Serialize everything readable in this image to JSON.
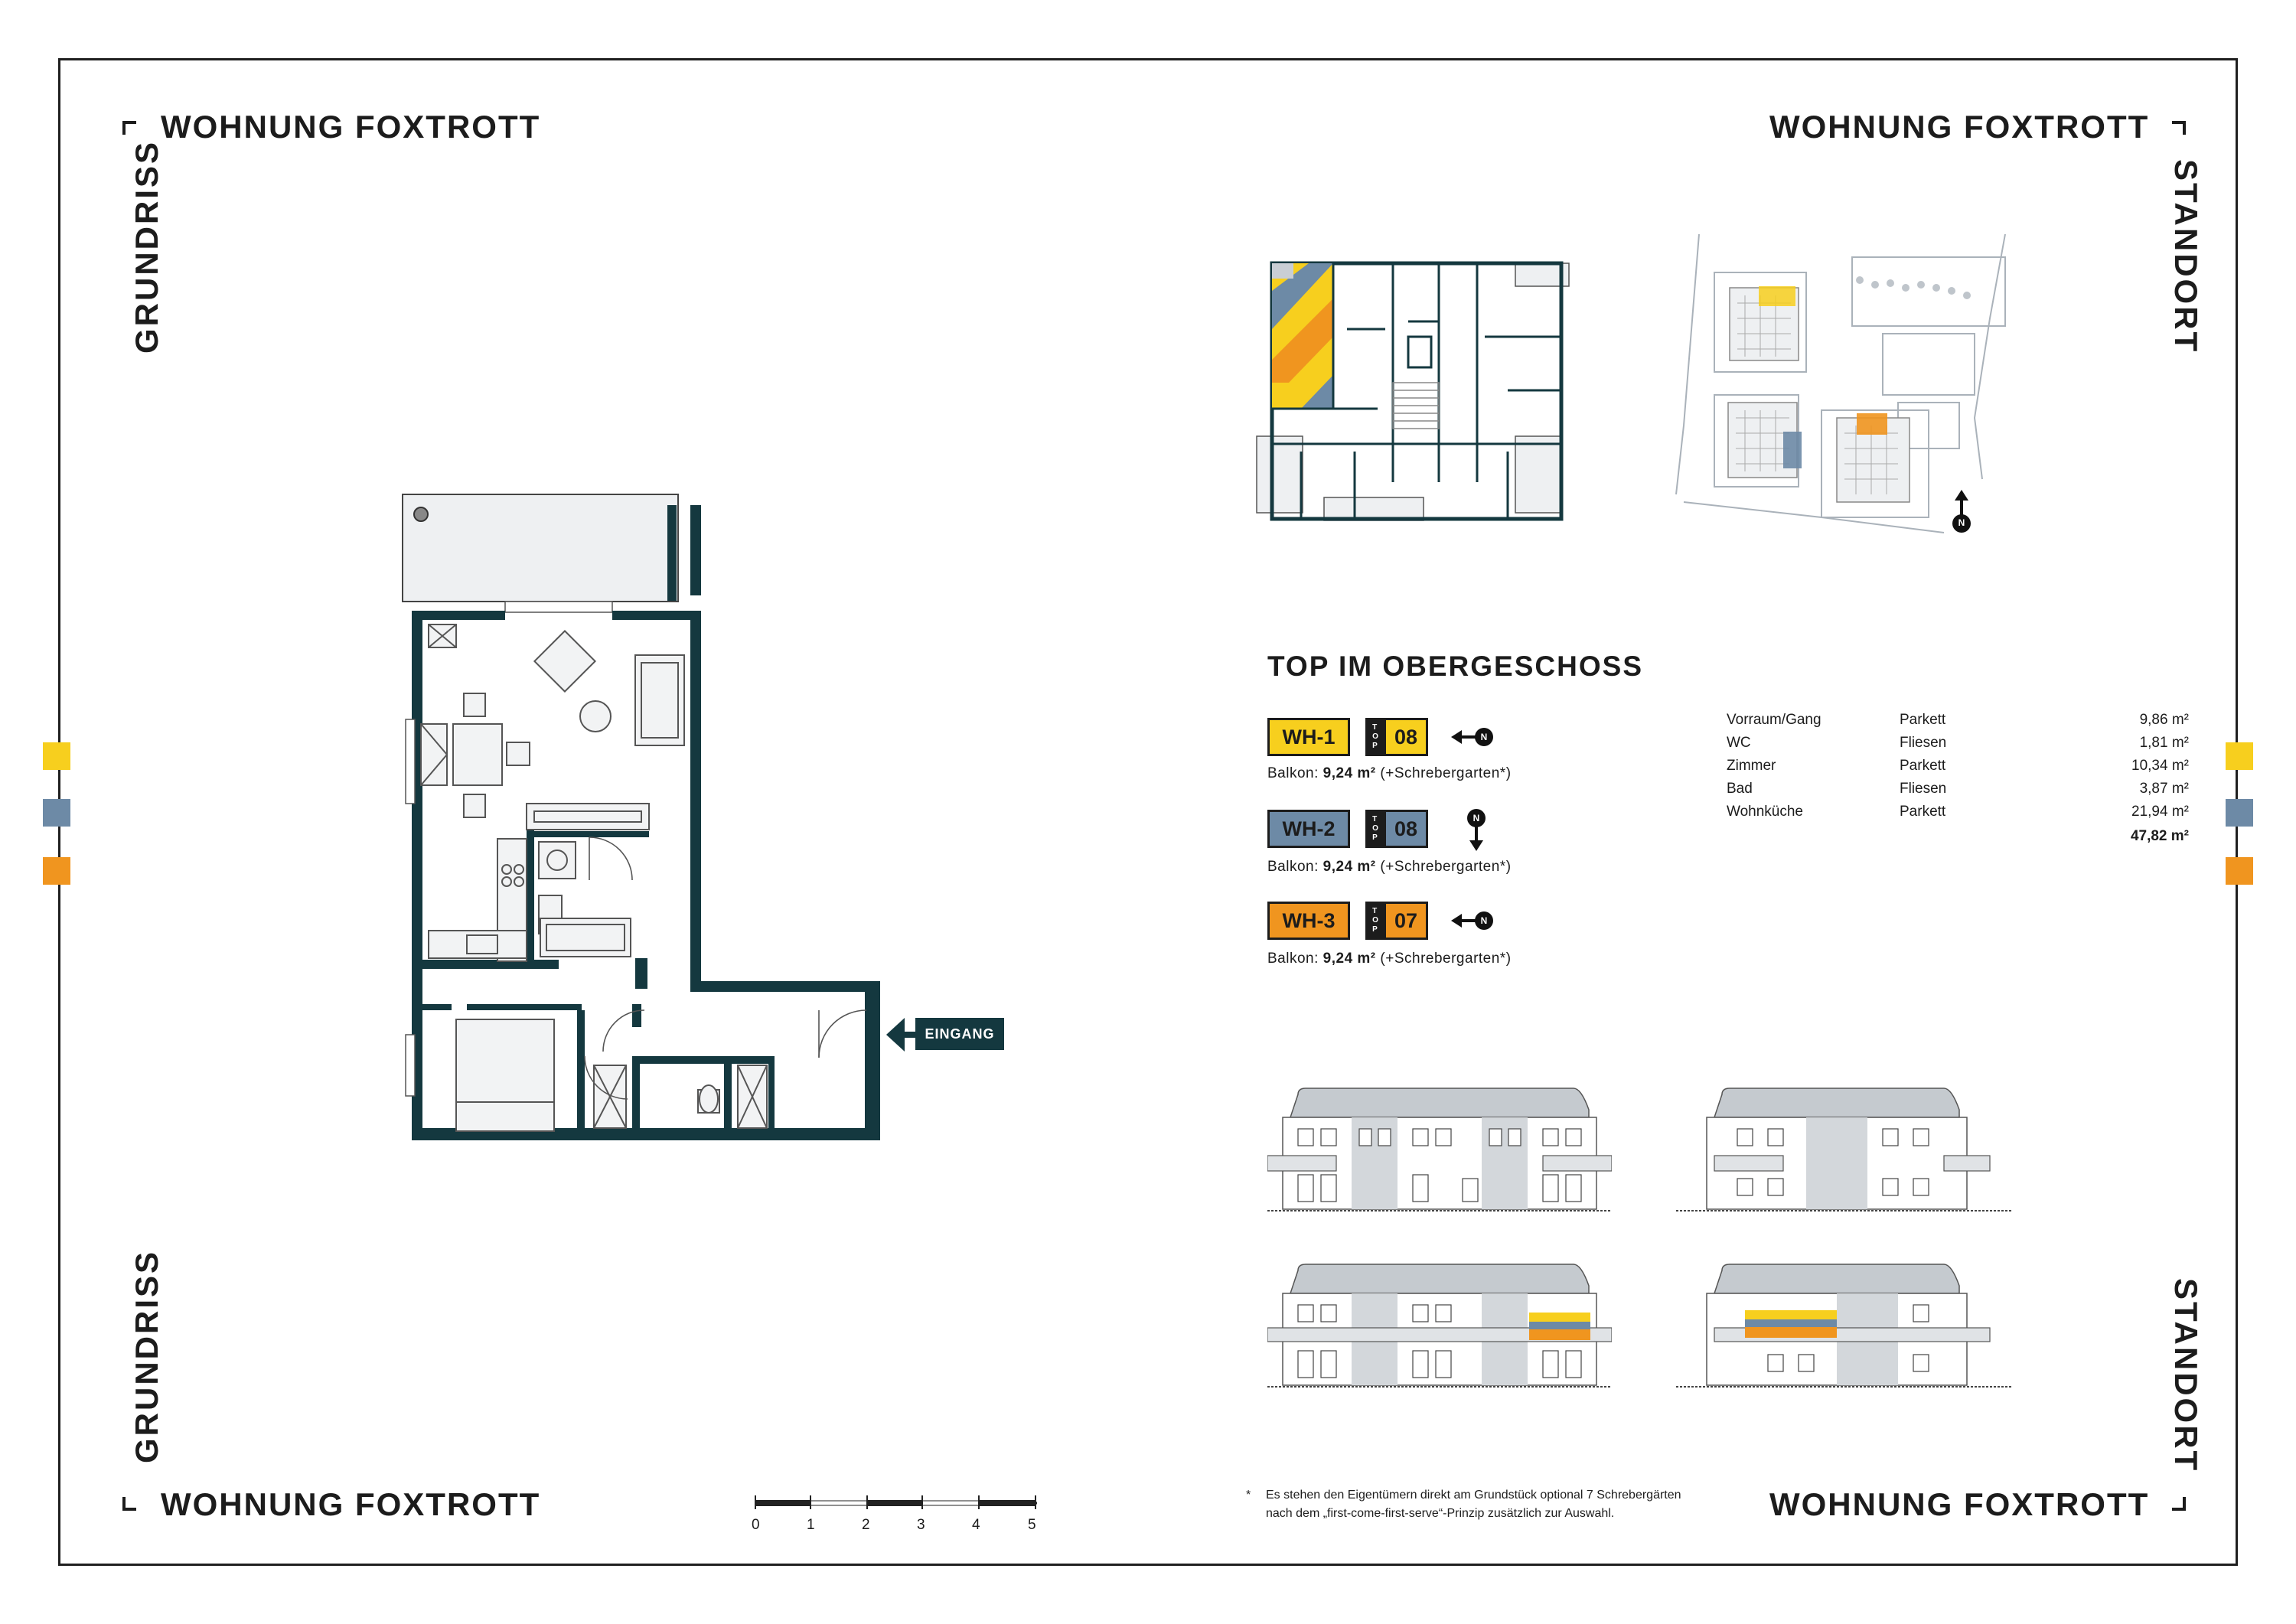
{
  "header": {
    "title_tl": "WOHNUNG FOXTROTT",
    "title_tr": "WOHNUNG FOXTROTT",
    "title_bl": "WOHNUNG FOXTROTT",
    "title_br": "WOHNUNG FOXTROTT",
    "side_left_top": "GRUNDRISS",
    "side_left_bottom": "GRUNDRISS",
    "side_right_top": "STANDORT",
    "side_right_bottom": "STANDORT"
  },
  "colors": {
    "yellow": "#f7cf1e",
    "blue": "#6d8aa6",
    "orange": "#f0951f",
    "wall": "#14383f"
  },
  "plan": {
    "entrance_label": "EINGANG",
    "scale_labels": [
      "0",
      "1",
      "2",
      "3",
      "4",
      "5"
    ]
  },
  "info": {
    "heading": "TOP IM OBERGESCHOSS",
    "apartments": [
      {
        "wh": "WH-1",
        "top_letters": "TOP",
        "top": "08",
        "balkon_prefix": "Balkon: ",
        "balkon_value": "9,24 m²",
        "balkon_suffix": "  (+Schrebergarten*)",
        "compass": "N"
      },
      {
        "wh": "WH-2",
        "top_letters": "TOP",
        "top": "08",
        "balkon_prefix": "Balkon: ",
        "balkon_value": "9,24 m²",
        "balkon_suffix": "  (+Schrebergarten*)",
        "compass": "N"
      },
      {
        "wh": "WH-3",
        "top_letters": "TOP",
        "top": "07",
        "balkon_prefix": "Balkon: ",
        "balkon_value": "9,24 m²",
        "balkon_suffix": "  (+Schrebergarten*)",
        "compass": "N"
      }
    ],
    "rooms": [
      {
        "name": "Vorraum/Gang",
        "floor": "Parkett",
        "area": "9,86 m²"
      },
      {
        "name": "WC",
        "floor": "Fliesen",
        "area": "1,81 m²"
      },
      {
        "name": "Zimmer",
        "floor": "Parkett",
        "area": "10,34 m²"
      },
      {
        "name": "Bad",
        "floor": "Fliesen",
        "area": "3,87 m²"
      },
      {
        "name": "Wohnküche",
        "floor": "Parkett",
        "area": "21,94 m²"
      }
    ],
    "total": "47,82 m²"
  },
  "site": {
    "compass": "N"
  },
  "footnote": {
    "marker": "*",
    "line1": "Es stehen den Eigentümern direkt am Grundstück optional 7 Schrebergärten",
    "line2": "nach dem „first-come-first-serve“-Prinzip zusätzlich zur Auswahl."
  }
}
